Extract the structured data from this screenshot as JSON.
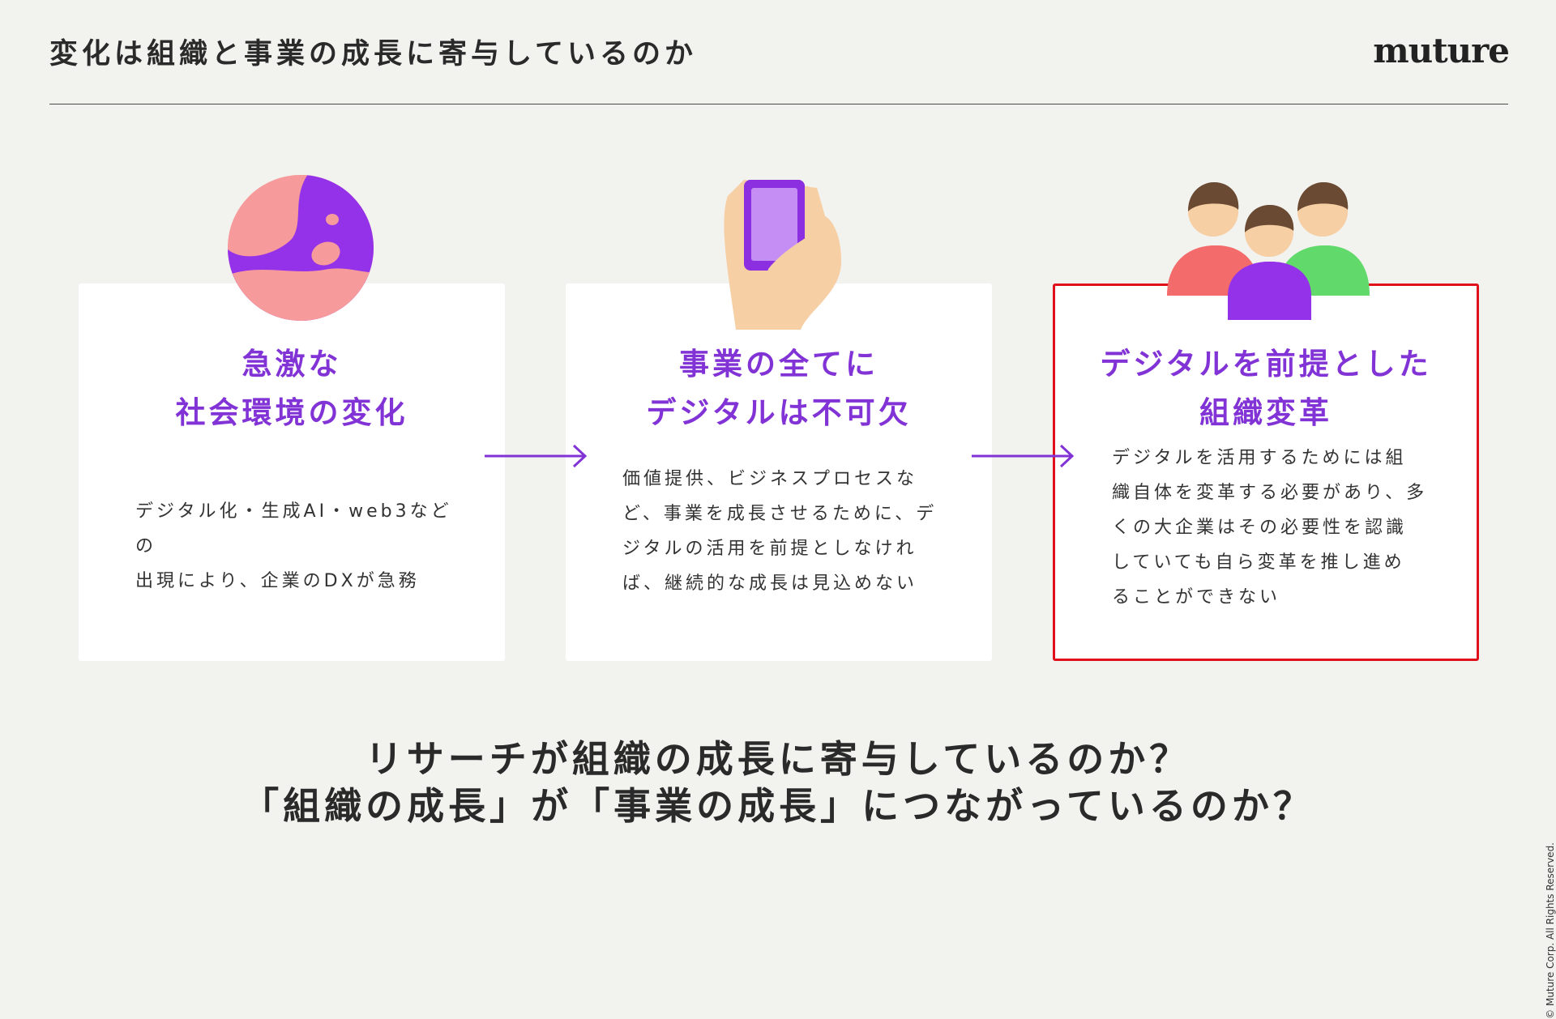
{
  "header": {
    "title": "変化は組織と事業の成長に寄与しているのか",
    "logo_text": "muture"
  },
  "cards": [
    {
      "heading_lines": [
        "急激な",
        "社会環境の変化"
      ],
      "body_lines": [
        "デジタル化・生成AI・web3などの",
        "出現により、企業のDXが急務"
      ],
      "highlighted": false,
      "illustration": "globe-icon"
    },
    {
      "heading_lines": [
        "事業の全てに",
        "デジタルは不可欠"
      ],
      "body_lines": [
        "価値提供、ビジネスプロセスな",
        "ど、事業を成長させるために、デ",
        "ジタルの活用を前提としなけれ",
        "ば、継続的な成長は見込めない"
      ],
      "highlighted": false,
      "illustration": "smartphone-icon"
    },
    {
      "heading_lines": [
        "デジタルを前提とした",
        "組織変革"
      ],
      "body_lines": [
        "デジタルを活用するためには組",
        "織自体を変革する必要があり、多",
        "くの大企業はその必要性を認識",
        "していても自ら変革を推し進め",
        "ることができない"
      ],
      "highlighted": true,
      "illustration": "people-group-icon"
    }
  ],
  "bottom": {
    "question_1": "リサーチが組織の成長に寄与しているのか？",
    "question_2": "「組織の成長」が「事業の成長」につながっているのか？"
  },
  "copyright": "© Muture Corp. All Rights Reserved.",
  "colors": {
    "background": "#f2f2ef",
    "accent_purple": "#8233d6",
    "highlight_red": "#e0111a",
    "card_bg": "#ffffff"
  }
}
